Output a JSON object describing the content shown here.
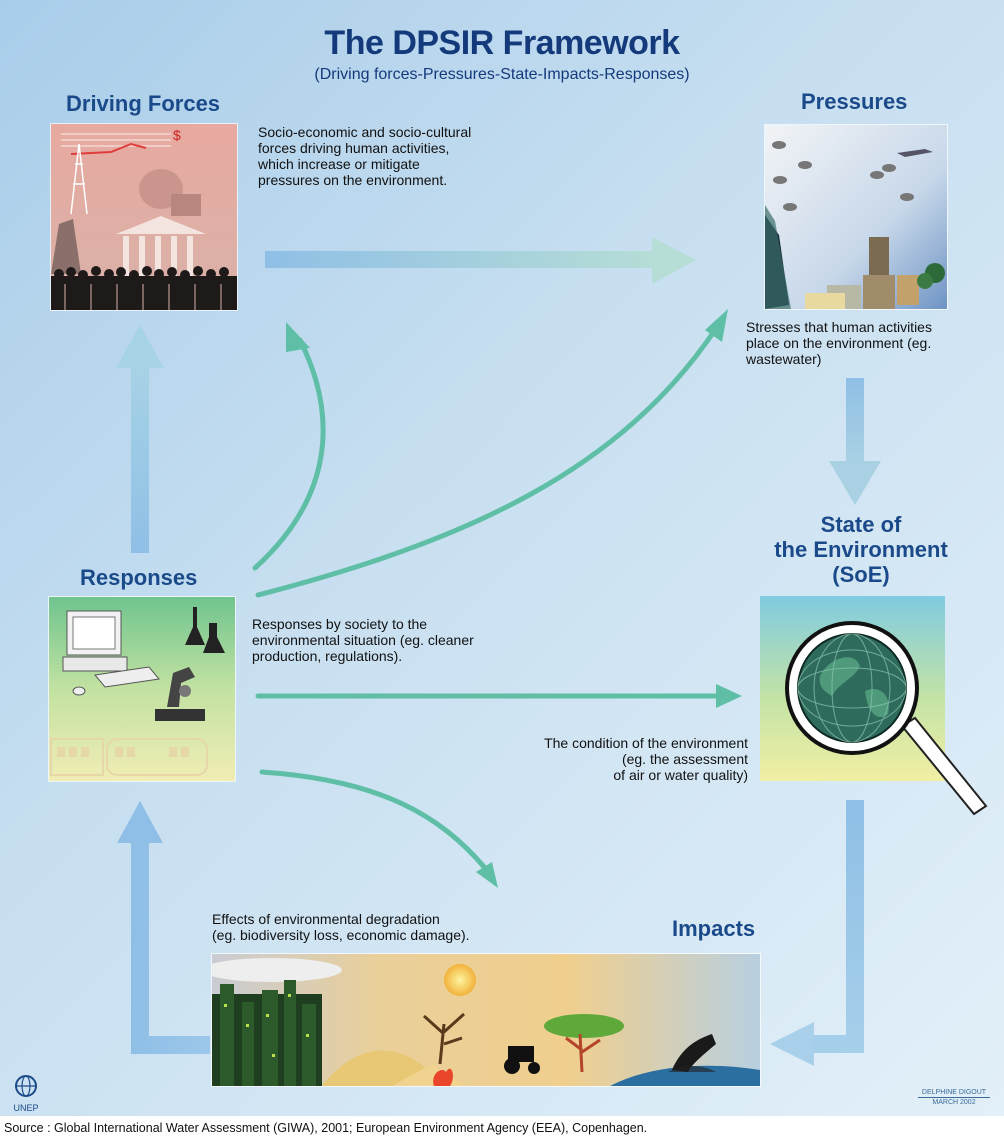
{
  "title": "The DPSIR Framework",
  "subtitle": "(Driving forces-Pressures-State-Impacts-Responses)",
  "nodes": {
    "driving_forces": {
      "heading": "Driving Forces",
      "description": [
        "Socio-economic and socio-cultural",
        "forces driving human activities,",
        "which increase or mitigate",
        "pressures on the environment."
      ]
    },
    "pressures": {
      "heading": "Pressures",
      "description": [
        "Stresses that human activities",
        "place on the environment (eg.",
        "wastewater)"
      ]
    },
    "state": {
      "heading": [
        "State of",
        "the Environment",
        "(SoE)"
      ],
      "description": [
        "The condition of the environment",
        "(eg. the assessment",
        "of air or water quality)"
      ]
    },
    "impacts": {
      "heading": "Impacts",
      "description": [
        "Effects of environmental degradation",
        "(eg. biodiversity loss, economic damage)."
      ]
    },
    "responses": {
      "heading": "Responses",
      "description": [
        "Responses by society to the",
        "environmental situation (eg. cleaner",
        "production, regulations)."
      ]
    }
  },
  "logo": {
    "name": "UNEP"
  },
  "credit": {
    "author": "DELPHINE DIGOUT",
    "date": "MARCH 2002"
  },
  "source": "Source : Global International Water Assessment (GIWA), 2001; European Environment Agency (EEA), Copenhagen.",
  "colors": {
    "title": "#143a7c",
    "main_arrow": "#8fbfe3",
    "response_arrow": "#5fbfa6"
  }
}
